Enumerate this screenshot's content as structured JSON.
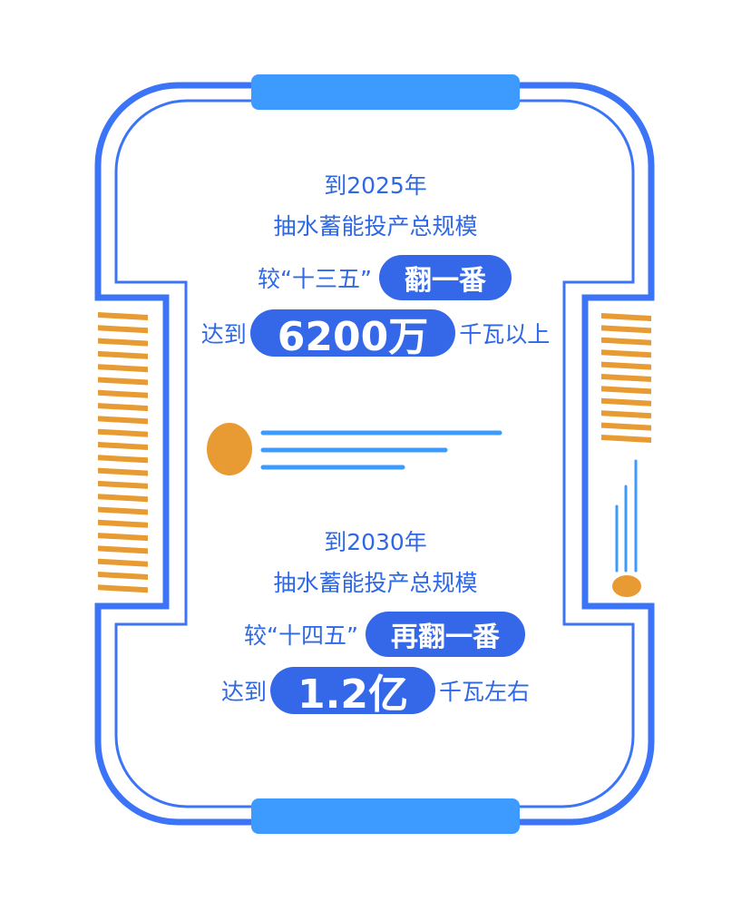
{
  "colors": {
    "frame": "#3c74f7",
    "bar": "#3d9bff",
    "accent": "#e89b33",
    "text": "#2f68e6",
    "pill": "#3568e8"
  },
  "block_2025": {
    "year_line": "到2025年",
    "subject": "抽水蓄能投产总规模",
    "compare_prefix": "较“十三五”",
    "compare_badge": "翻一番",
    "reach_prefix": "达到",
    "reach_value": "6200万",
    "reach_suffix": "千瓦以上"
  },
  "block_2030": {
    "year_line": "到2030年",
    "subject": "抽水蓄能投产总规模",
    "compare_prefix": "较“十四五”",
    "compare_badge": "再翻一番",
    "reach_prefix": "达到",
    "reach_value": "1.2亿",
    "reach_suffix": "千瓦左右"
  }
}
